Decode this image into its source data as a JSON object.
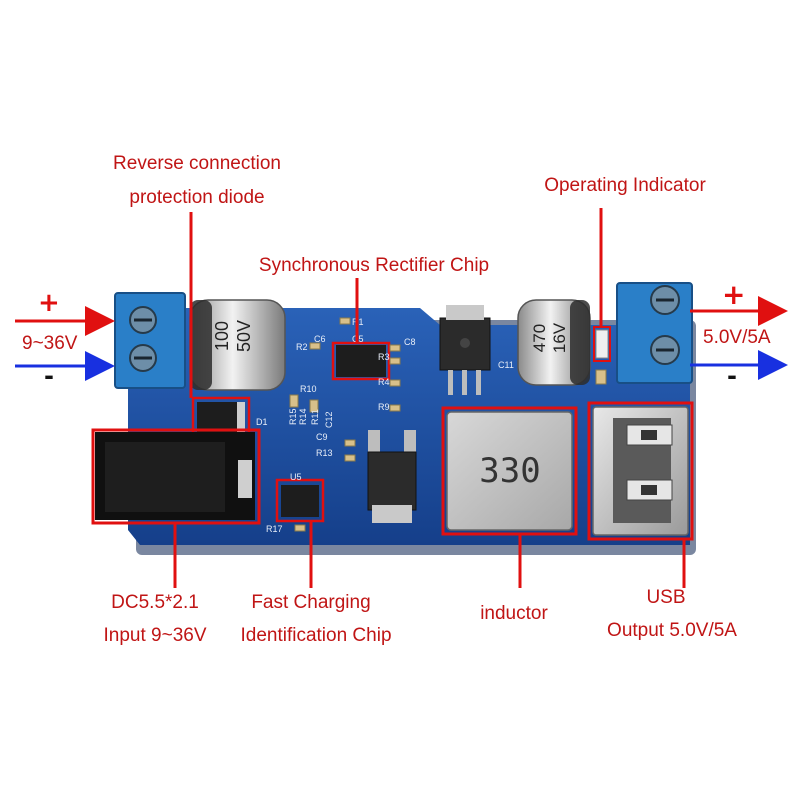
{
  "annotations": {
    "reverse_diode": [
      "Reverse connection",
      "protection diode"
    ],
    "sync_rectifier": "Synchronous Rectifier Chip",
    "operating_indicator": "Operating Indicator",
    "input_range": "9~36V",
    "output_rating": "5.0V/5A",
    "dc_jack": [
      "DC5.5*2.1",
      "Input 9~36V"
    ],
    "fast_charging": [
      "Fast Charging",
      "Identification Chip"
    ],
    "inductor": "inductor",
    "usb": [
      "USB",
      "Output 5.0V/5A"
    ],
    "plus_sign": "+",
    "minus_sign": "-"
  },
  "board_markings": {
    "inductor_code": "330",
    "cap_left": [
      "100",
      "50V"
    ],
    "cap_right": [
      "470",
      "16V"
    ],
    "refs": [
      "R1",
      "C5",
      "R2",
      "C6",
      "C8",
      "R3",
      "R4",
      "R9",
      "R10",
      "R11",
      "R14",
      "R15",
      "C12",
      "C9",
      "R13",
      "D1",
      "U5",
      "R17",
      "C11"
    ]
  },
  "colors": {
    "pcb": "#1a4fa0",
    "highlight_box": "#e01010",
    "plus_arrow": "#e01010",
    "minus_arrow": "#1830e0",
    "terminal_block": "#2a7fc8",
    "callout_text": "#c01515"
  }
}
